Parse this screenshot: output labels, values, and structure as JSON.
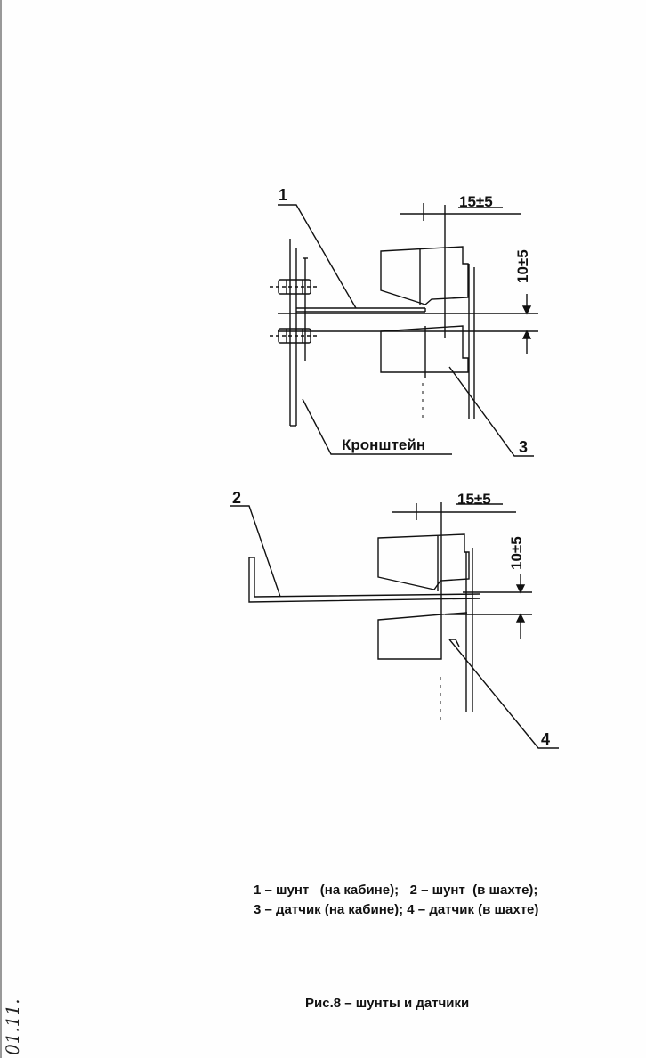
{
  "figure": {
    "top": {
      "callout_1": "1",
      "callout_3": "3",
      "dim_horizontal": "15±5",
      "dim_vertical": "10±5",
      "bracket_label": "Кронштейн"
    },
    "bottom": {
      "callout_2": "2",
      "callout_4": "4",
      "dim_horizontal": "15±5",
      "dim_vertical": "10±5"
    }
  },
  "legend": {
    "line1": "1 – шунт   (на кабине);   2 – шунт  (в шахте);",
    "line2": "3 – датчик (на кабине); 4 – датчик (в шахте)"
  },
  "caption": "Рис.8 – шунты и датчики",
  "margin_note": "01.11."
}
